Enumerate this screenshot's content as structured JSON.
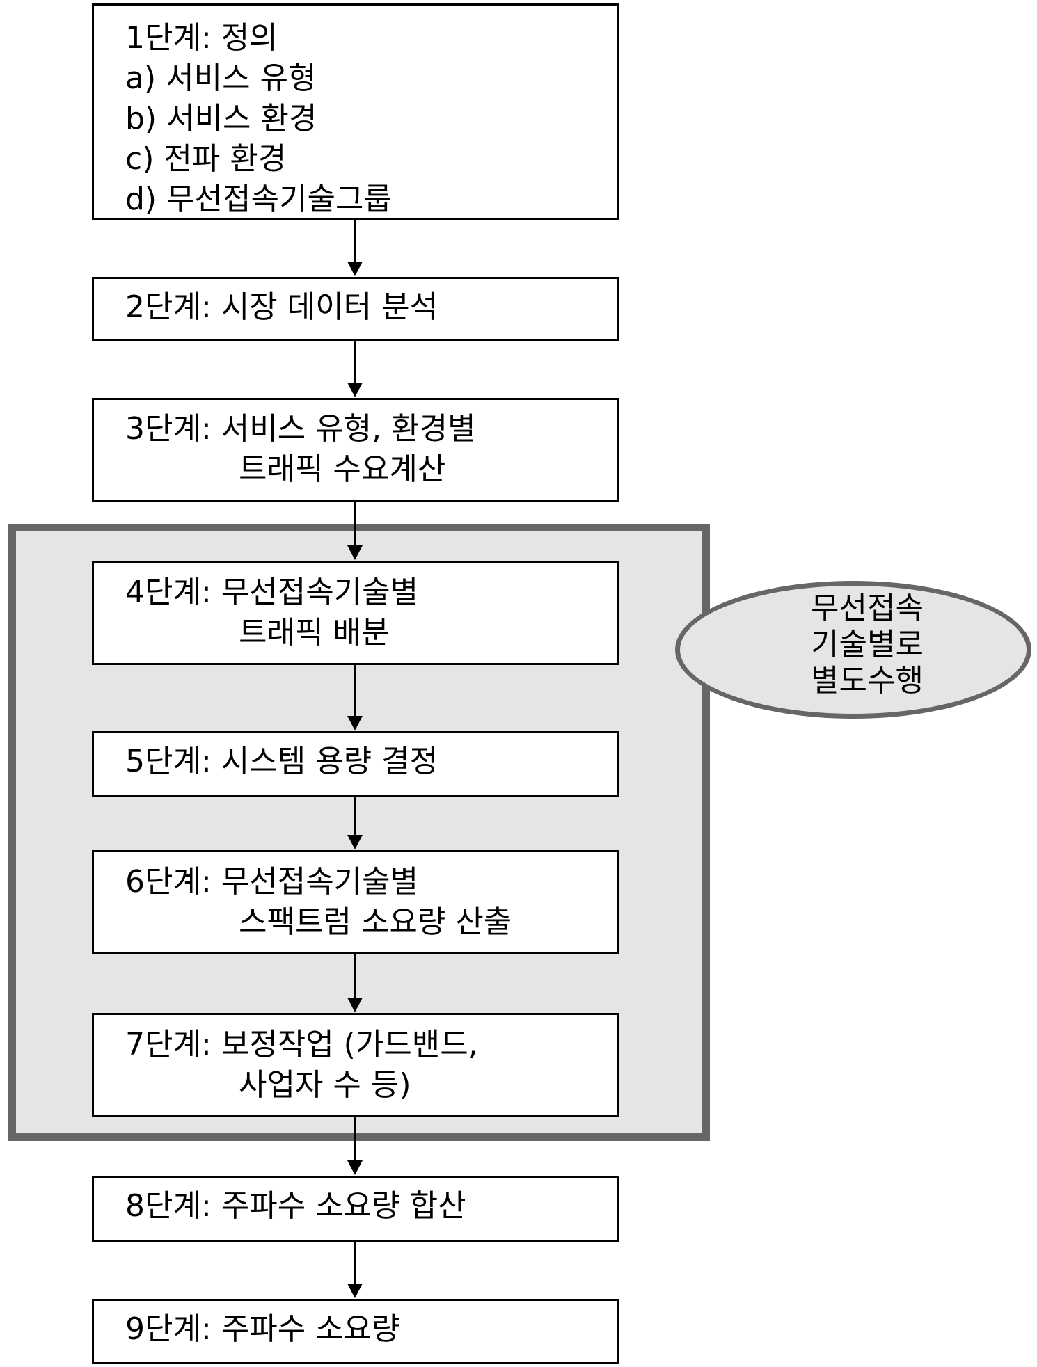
{
  "steps": [
    {
      "lines": [
        "1단계: 정의",
        "a) 서비스 유형",
        "b) 서비스 환경",
        "c) 전파 환경",
        "d) 무선접속기술그룹"
      ]
    },
    {
      "lines": [
        "2단계: 시장 데이터 분석"
      ]
    },
    {
      "lines": [
        "3단계: 서비스 유형, 환경별",
        "트래픽 수요계산"
      ]
    },
    {
      "lines": [
        "4단계: 무선접속기술별",
        "트래픽 배분"
      ]
    },
    {
      "lines": [
        "5단계: 시스템 용량 결정"
      ]
    },
    {
      "lines": [
        "6단계: 무선접속기술별",
        "스팩트럼 소요량 산출"
      ]
    },
    {
      "lines": [
        "7단계: 보정작업 (가드밴드,",
        "사업자 수 등)"
      ]
    },
    {
      "lines": [
        "8단계: 주파수 소요량 합산"
      ]
    },
    {
      "lines": [
        "9단계: 주파수 소요량"
      ]
    }
  ],
  "note": {
    "lines": [
      "무선접속",
      "기술별로",
      "별도수행"
    ]
  },
  "colors": {
    "panel_fill": "#e5e5e5",
    "panel_border": "#666666",
    "line": "#000000"
  }
}
